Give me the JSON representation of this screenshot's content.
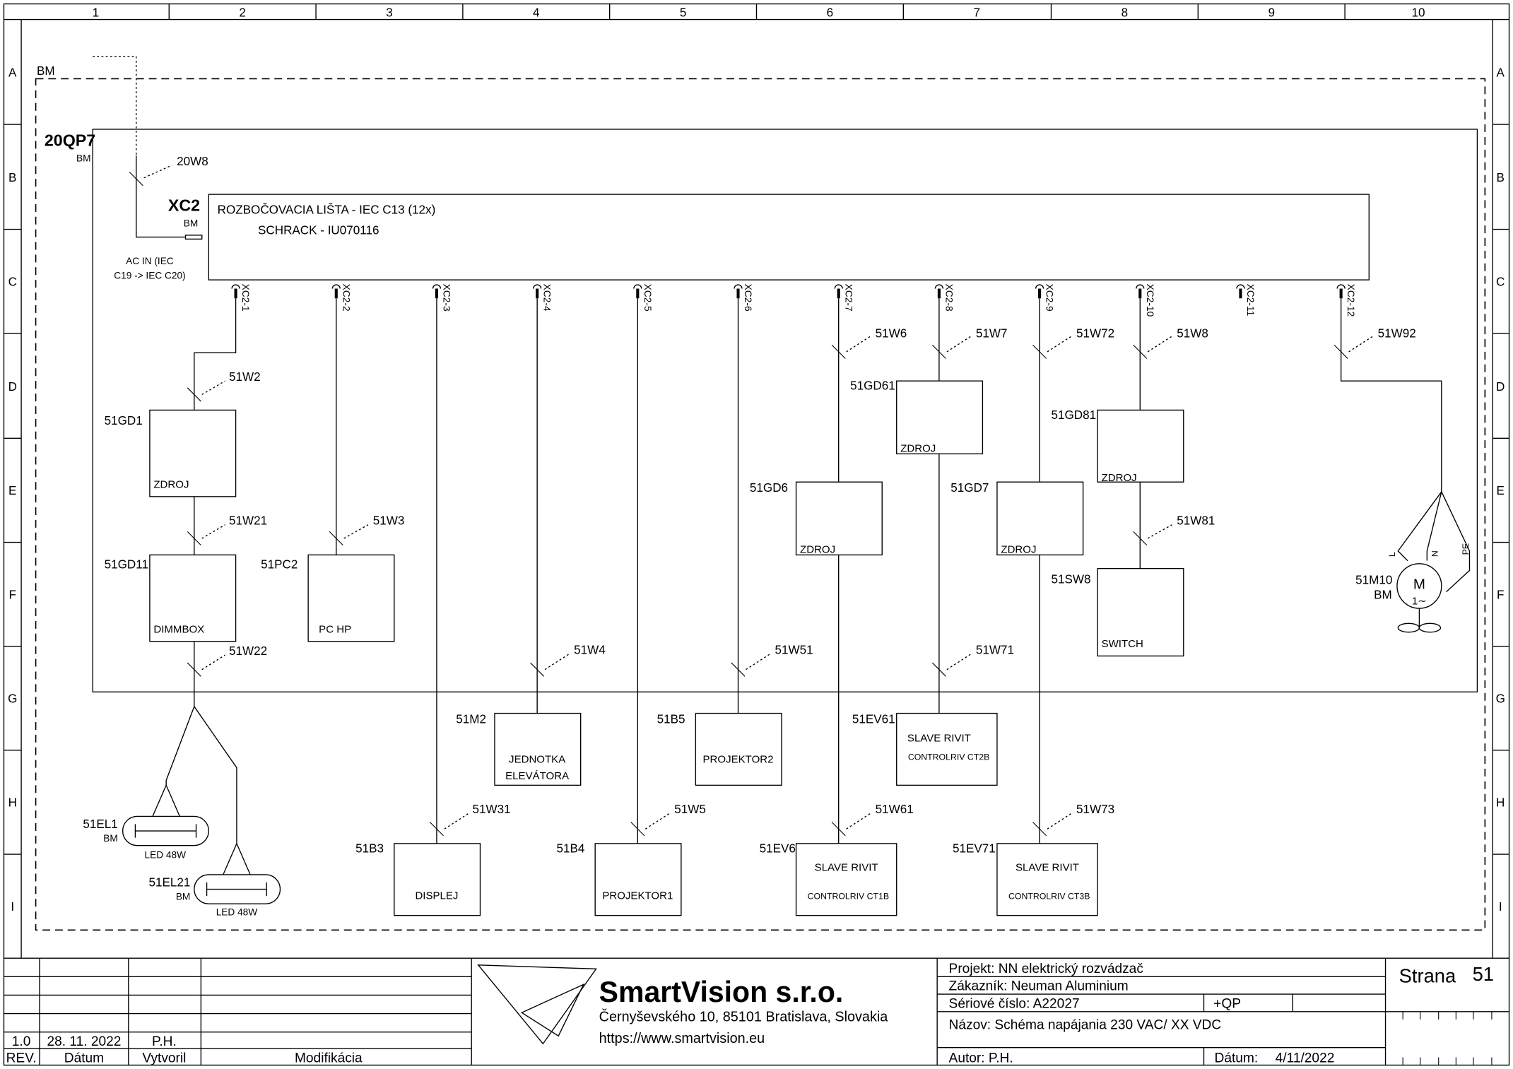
{
  "frame": {
    "columns": [
      "1",
      "2",
      "3",
      "4",
      "5",
      "6",
      "7",
      "8",
      "9",
      "10"
    ],
    "rows": [
      "A",
      "B",
      "C",
      "D",
      "E",
      "F",
      "G",
      "H",
      "I"
    ]
  },
  "cabinet": {
    "outer_label": "BM",
    "panel_label": "20QP7",
    "panel_loc": "BM"
  },
  "feed": {
    "cable": "20W8",
    "inlet_line1": "AC IN (IEC",
    "inlet_line2": "C19 -> IEC C20)"
  },
  "strip": {
    "tag": "XC2",
    "loc": "BM",
    "name": "ROZBOČOVACIA LIŠTA - IEC C13 (12x)",
    "part": "SCHRACK - IU070116",
    "sockets": [
      "XC2-1",
      "XC2-2",
      "XC2-3",
      "XC2-4",
      "XC2-5",
      "XC2-6",
      "XC2-7",
      "XC2-8",
      "XC2-9",
      "XC2-10",
      "XC2-11",
      "XC2-12"
    ]
  },
  "cables": {
    "w2": "51W2",
    "w21": "51W21",
    "w22": "51W22",
    "w3": "51W3",
    "w31": "51W31",
    "w4": "51W4",
    "w5": "51W5",
    "w51": "51W51",
    "w6": "51W6",
    "w61": "51W61",
    "w7": "51W7",
    "w71": "51W71",
    "w72": "51W72",
    "w73": "51W73",
    "w8": "51W8",
    "w81": "51W81",
    "w92": "51W92"
  },
  "devices": {
    "gd1": {
      "tag": "51GD1",
      "name": "ZDROJ"
    },
    "gd11": {
      "tag": "51GD11",
      "name": "DIMMBOX"
    },
    "pc2": {
      "tag": "51PC2",
      "name": "PC HP"
    },
    "gd6": {
      "tag": "51GD6",
      "name": "ZDROJ"
    },
    "gd61": {
      "tag": "51GD61",
      "name": "ZDROJ"
    },
    "gd7": {
      "tag": "51GD7",
      "name": "ZDROJ"
    },
    "gd81": {
      "tag": "51GD81",
      "name": "ZDROJ"
    },
    "sw8": {
      "tag": "51SW8",
      "name": "SWITCH"
    },
    "m10": {
      "tag": "51M10",
      "loc": "BM",
      "symbol": "M",
      "phase": "1∼",
      "pin_l": "L",
      "pin_n": "N",
      "pin_pe": "PE"
    },
    "m2": {
      "tag": "51M2",
      "name1": "JEDNOTKA",
      "name2": "ELEVÁTORA"
    },
    "b5": {
      "tag": "51B5",
      "name": "PROJEKTOR2"
    },
    "ev61": {
      "tag": "51EV61",
      "name1": "SLAVE RIVIT",
      "name2": "CONTROLRIV CT2B"
    },
    "b3": {
      "tag": "51B3",
      "name": "DISPLEJ"
    },
    "b4": {
      "tag": "51B4",
      "name": "PROJEKTOR1"
    },
    "ev6": {
      "tag": "51EV6",
      "name1": "SLAVE RIVIT",
      "name2": "CONTROLRIV CT1B"
    },
    "ev71": {
      "tag": "51EV71",
      "name1": "SLAVE RIVIT",
      "name2": "CONTROLRIV CT3B"
    },
    "el1": {
      "tag": "51EL1",
      "loc": "BM",
      "name": "LED 48W"
    },
    "el21": {
      "tag": "51EL21",
      "loc": "BM",
      "name": "LED 48W"
    }
  },
  "titleblock": {
    "rev": "1.0",
    "date": "28. 11. 2022",
    "author_initials": "P.H.",
    "hdr_rev": "REV.",
    "hdr_date": "Dátum",
    "hdr_created": "Vytvoril",
    "hdr_mod": "Modifikácia",
    "company": "SmartVision s.r.o.",
    "address": "Černyševského 10, 85101 Bratislava, Slovakia",
    "url": "https://www.smartvision.eu",
    "project": "Projekt: NN elektrický rozvádzač",
    "customer": "Zákazník: Neuman  Aluminium",
    "serial": "Sériové číslo: A22027",
    "location": "+QP",
    "title": "Názov: Schéma napájania 230 VAC/ XX VDC",
    "author": "Autor: P.H.",
    "date_label": "Dátum:",
    "date_value": "4/11/2022",
    "page_label": "Strana",
    "page_number": "51"
  }
}
